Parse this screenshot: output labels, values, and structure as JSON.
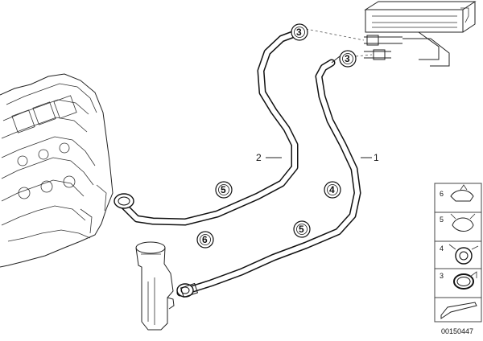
{
  "callouts": {
    "hose_left_top": "3",
    "hose_right_top": "3",
    "hose_left_clamp": "5",
    "hose_left_bottom": "6",
    "hose_right_mid": "4",
    "hose_right_bottom": "5"
  },
  "labels": {
    "part_1": "1",
    "part_2": "2"
  },
  "legend": {
    "items": [
      "6",
      "5",
      "4",
      "3"
    ]
  },
  "diagram_code": "00150447"
}
